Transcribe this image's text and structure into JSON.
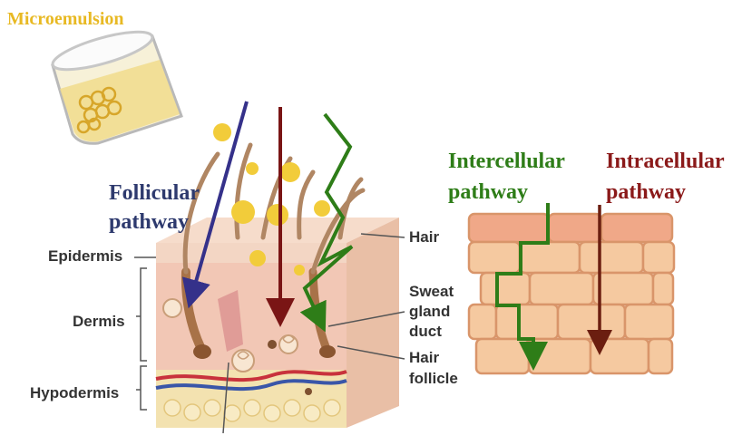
{
  "labels": {
    "microemulsion": "Microemulsion",
    "follicular_line1": "Follicular",
    "follicular_line2": "pathway",
    "intercellular_line1": "Intercellular",
    "intercellular_line2": "pathway",
    "intracellular_line1": "Intracellular",
    "intracellular_line2": "pathway",
    "epidermis": "Epidermis",
    "dermis": "Dermis",
    "hypodermis": "Hypodermis",
    "hair": "Hair",
    "sweat_line1": "Sweat",
    "sweat_line2": "gland",
    "sweat_line3": "duct",
    "hair_follicle_line1": "Hair",
    "hair_follicle_line2": "follicle"
  },
  "colors": {
    "microemulsion": "#E8B923",
    "follicular": "#2E3A6E",
    "follicular_arrow": "#35318A",
    "intercellular": "#2E7D18",
    "intracellular": "#8B1A1A",
    "droplet": "#F2CC3A",
    "cell_fill": "#F5C9A0",
    "cell_stroke": "#D9956A",
    "epidermis": "#F3D6C4",
    "dermis": "#F2C7B5",
    "hypodermis": "#F3E2B0"
  }
}
